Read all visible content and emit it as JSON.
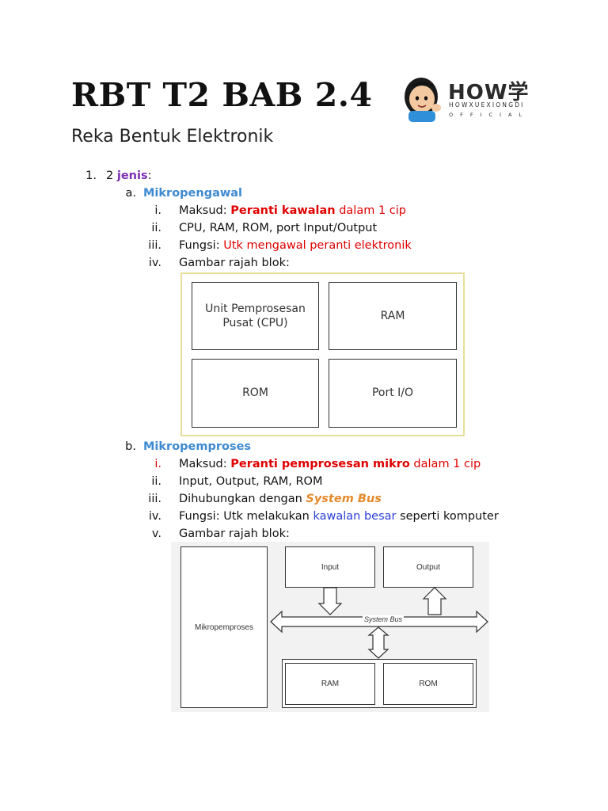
{
  "header": {
    "title": "RBT T2 BAB 2.4",
    "subtitle": "Reka Bentuk Elektronik",
    "logo": {
      "name": "HOW学",
      "sub": "HOWXUEXIONGDI",
      "sub2": "OFFICIAL"
    }
  },
  "item1": {
    "marker": "1.",
    "count": "2",
    "keyword": "jenis",
    "colon": ":"
  },
  "a": {
    "marker": "a.",
    "heading": "Mikropengawal",
    "items": [
      {
        "marker": "i.",
        "label": "Maksud: ",
        "bold": "Peranti kawalan",
        "rest": " dalam 1 cip"
      },
      {
        "marker": "ii.",
        "text": "CPU, RAM, ROM, port Input/Output"
      },
      {
        "marker": "iii.",
        "label": "Fungsi: ",
        "rest": "Utk mengawal peranti elektronik"
      },
      {
        "marker": "iv.",
        "text": "Gambar rajah blok:"
      }
    ],
    "diagram": {
      "blocks": [
        "Unit Pemprosesan Pusat (CPU)",
        "RAM",
        "ROM",
        "Port I/O"
      ],
      "cpu_line1": "Unit Pemprosesan",
      "cpu_line2": "Pusat (CPU)"
    }
  },
  "b": {
    "marker": "b.",
    "heading": "Mikropemproses",
    "items": [
      {
        "marker": "i.",
        "label": "Maksud: ",
        "bold": "Peranti pemprosesan mikro",
        "rest": " dalam 1 cip"
      },
      {
        "marker": "ii.",
        "text": "Input, Output, RAM, ROM"
      },
      {
        "marker": "iii.",
        "label": "Dihubungkan dengan ",
        "highlight": "System Bus"
      },
      {
        "marker": "iv.",
        "label": "Fungsi: Utk melakukan ",
        "blue": "kawalan besar",
        "rest": " seperti komputer"
      },
      {
        "marker": "v.",
        "text": "Gambar rajah blok:"
      }
    ],
    "diagram": {
      "cpu": "Mikropemproses",
      "input": "Input",
      "output": "Output",
      "bus": "System Bus",
      "ram": "RAM",
      "rom": "ROM"
    }
  },
  "colors": {
    "red": "#e00000",
    "purple": "#7b2fb5",
    "heading_blue": "#3e8ad1",
    "link_blue": "#2a3fd6",
    "orange": "#e38a2b"
  }
}
